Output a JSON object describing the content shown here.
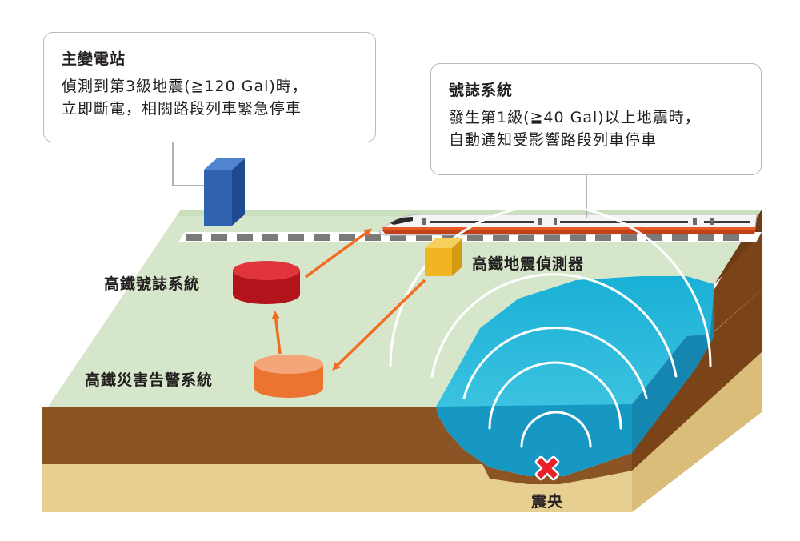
{
  "callouts": {
    "substation": {
      "title": "主變電站",
      "lines": [
        "偵測到第3級地震(≧120 Gal)時，",
        "立即斷電，相關路段列車緊急停車"
      ]
    },
    "signal": {
      "title": "號誌系統",
      "lines": [
        "發生第1級(≧40 Gal)以上地震時，",
        "自動通知受影響路段列車停車"
      ]
    }
  },
  "labels": {
    "signal_system": "高鐵號誌系統",
    "detector": "高鐵地震偵測器",
    "disaster_alarm": "高鐵災害告警系統",
    "epicenter": "震央"
  },
  "colors": {
    "ground_top": "#d5e6cb",
    "earth": "#8b5424",
    "sand": "#e6cf91",
    "water": "#29b6d8",
    "arrow": "#f26b21",
    "signal_cylinder": "#c4161c",
    "alarm_cylinder": "#ee7d31",
    "detector_cube": "#f0b521",
    "substation_building": "#2f62b1",
    "epicenter_mark": "#e8202a"
  },
  "icons": [
    "substation-building",
    "train",
    "detector-cube",
    "signal-cylinder",
    "alarm-cylinder",
    "epicenter-x-icon",
    "seismic-wave"
  ]
}
